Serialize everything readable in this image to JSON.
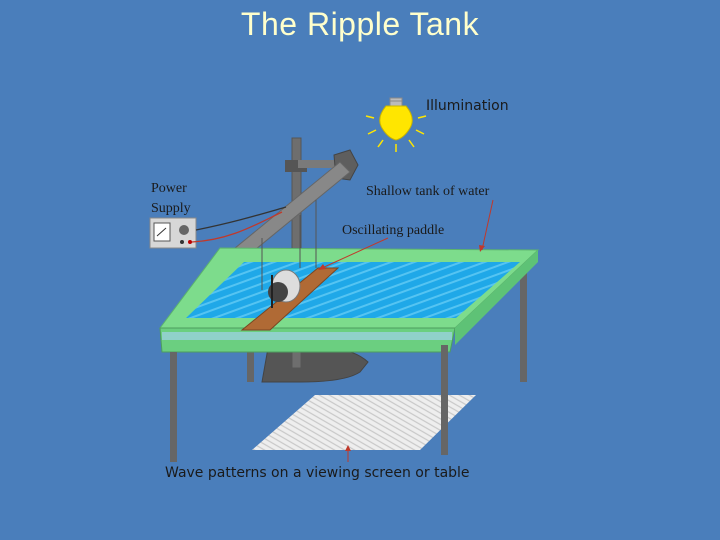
{
  "slide": {
    "title": "The Ripple Tank"
  },
  "labels": {
    "illumination": "Illumination",
    "power_supply_line1": "Power",
    "power_supply_line2": "Supply",
    "shallow_tank": "Shallow tank of water",
    "oscillating_paddle": "Oscillating paddle",
    "wave_patterns": "Wave patterns on a viewing screen or table"
  },
  "colors": {
    "background": "#4a7ebb",
    "title_text": "#ffffcc",
    "water": "#1fa8e8",
    "tank_rim": "#7ddc8c",
    "bulb": "#ffe600",
    "paddle": "#b06a35"
  }
}
